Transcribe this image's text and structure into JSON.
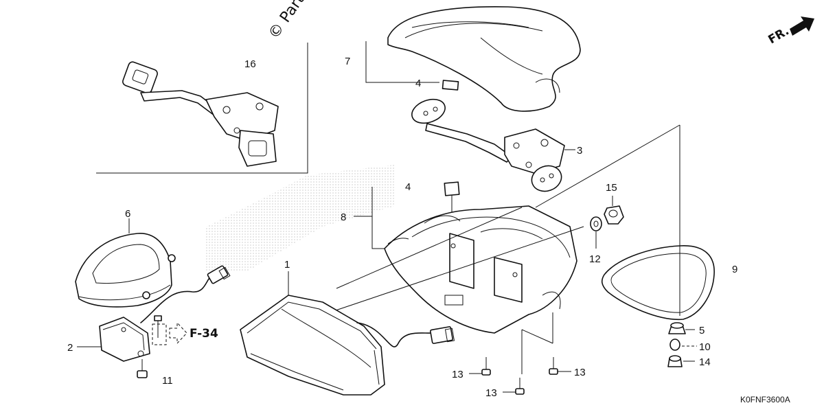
{
  "diagram": {
    "watermark": "© Partzilla.c",
    "direction_label": "FR.",
    "reference_label": "F-34",
    "diagram_code": "K0FNF3600A",
    "callouts": {
      "c1": "1",
      "c2": "2",
      "c3": "3",
      "c4a": "4",
      "c4b": "4",
      "c5": "5",
      "c6": "6",
      "c7": "7",
      "c8": "8",
      "c9": "9",
      "c10": "10",
      "c11": "11",
      "c12": "12",
      "c13a": "13",
      "c13b": "13",
      "c13c": "13",
      "c14": "14",
      "c15": "15",
      "c16": "16"
    }
  }
}
